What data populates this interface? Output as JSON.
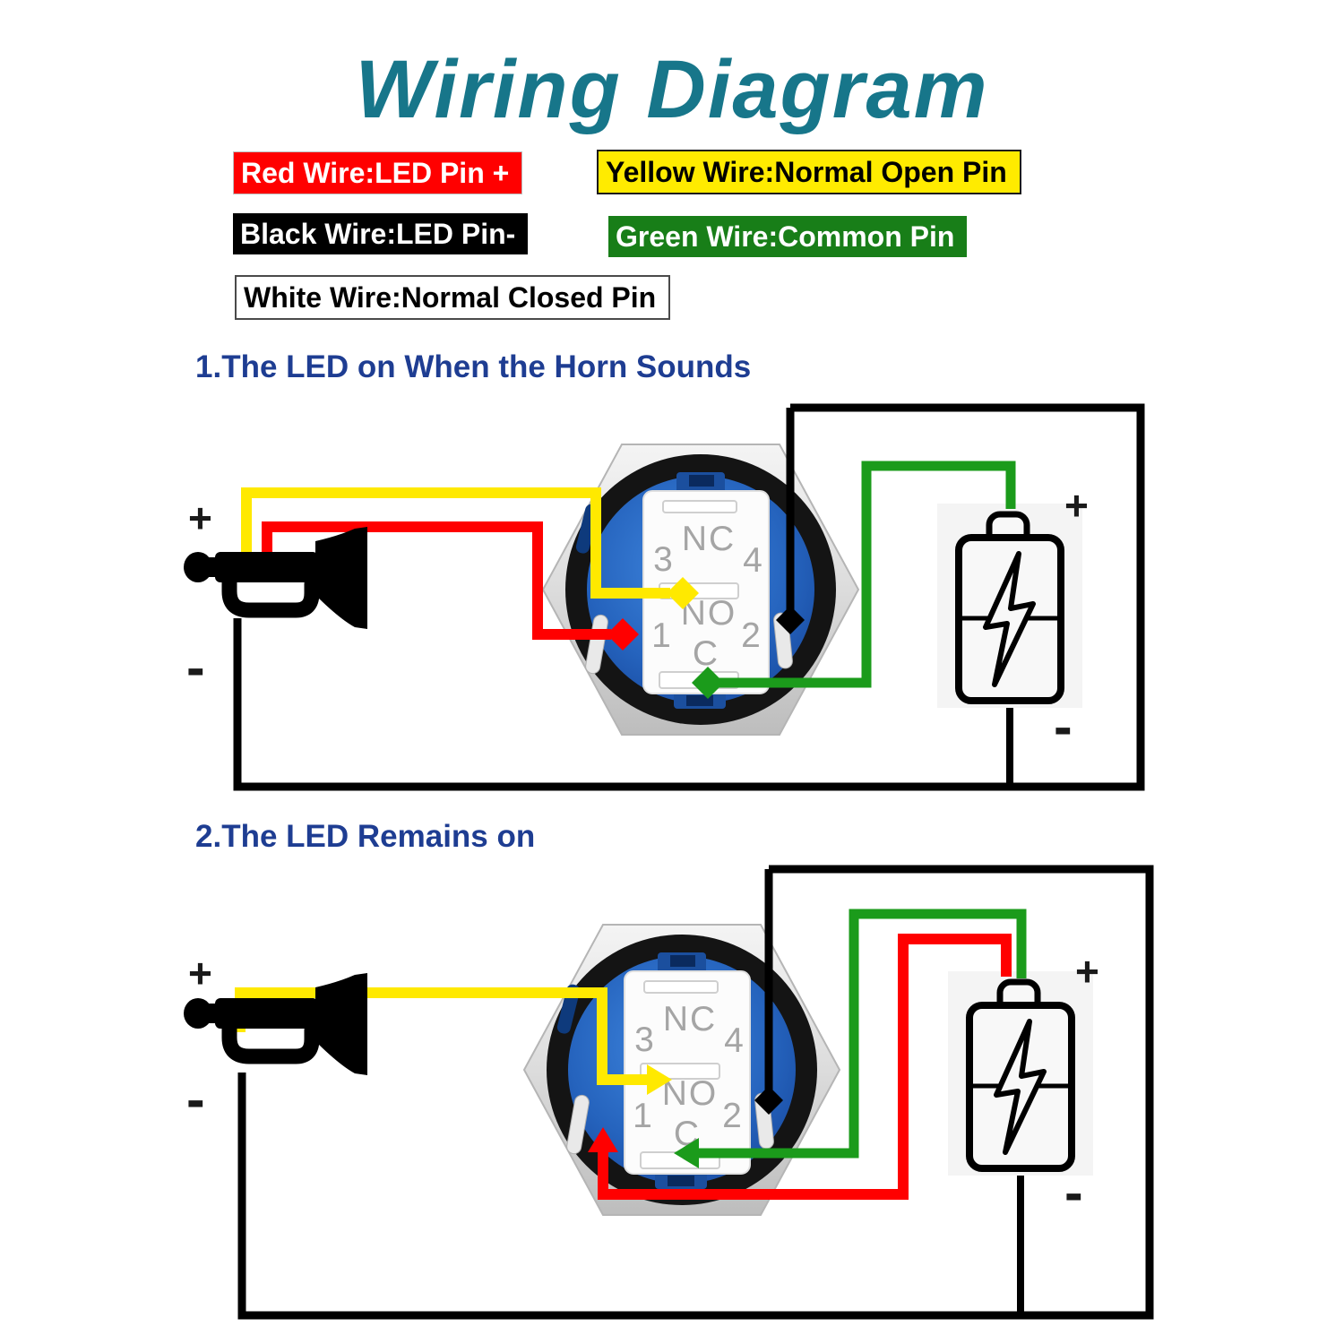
{
  "title": "Wiring Diagram",
  "legend": {
    "items": [
      {
        "id": "red",
        "label": "Red Wire:LED Pin +",
        "bg": "#ff0000",
        "fg": "#ffffff"
      },
      {
        "id": "yellow",
        "label": "Yellow Wire:Normal Open Pin",
        "bg": "#ffeb00",
        "fg": "#000000"
      },
      {
        "id": "black",
        "label": "Black Wire:LED Pin-",
        "bg": "#000000",
        "fg": "#ffffff"
      },
      {
        "id": "green",
        "label": "Green Wire:Common Pin",
        "bg": "#187e18",
        "fg": "#ffffff"
      },
      {
        "id": "white",
        "label": "White Wire:Normal Closed Pin",
        "bg": "#ffffff",
        "fg": "#000000"
      }
    ]
  },
  "sections": [
    {
      "heading": "1.The LED on When the Horn Sounds"
    },
    {
      "heading": "2.The LED Remains on"
    }
  ],
  "switch_labels": {
    "nc": "NC",
    "p3": "3",
    "p4": "4",
    "no": "NO",
    "p1": "1",
    "p2": "2",
    "c": "C"
  },
  "terminals": {
    "plus": "+",
    "minus": "-"
  },
  "colors": {
    "title": "#17768a",
    "heading": "#1e3d92",
    "wire_red": "#ff0000",
    "wire_yellow": "#ffe900",
    "wire_green": "#1b9b1b",
    "wire_black": "#000000"
  }
}
